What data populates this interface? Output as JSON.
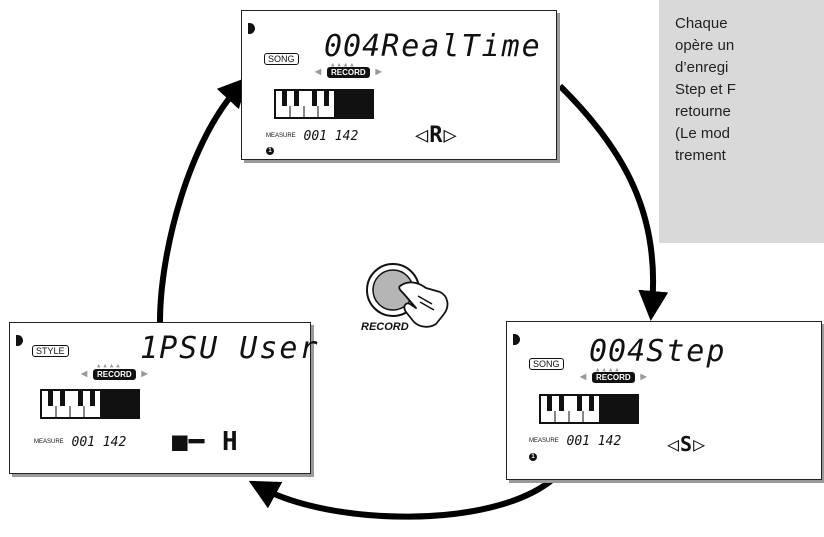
{
  "note_lines": [
    "Chaque",
    "opère un",
    "d’enregi",
    "Step et F",
    "retourne",
    "(Le mod",
    "trement"
  ],
  "record_button": {
    "label": "RECORD"
  },
  "displays": [
    {
      "id": "top",
      "tag": "SONG",
      "record_label": "RECORD",
      "number": "004",
      "name": "RealTime",
      "measure_label": "MEASURE",
      "measure": "001 142",
      "beat": "1",
      "mode_glyph": "◁R▷"
    },
    {
      "id": "right",
      "tag": "SONG",
      "record_label": "RECORD",
      "number": "004",
      "name": "Step",
      "measure_label": "MEASURE",
      "measure": "001 142",
      "beat": "1",
      "mode_glyph": "◁S▷"
    },
    {
      "id": "left",
      "tag": "STYLE",
      "record_label": "RECORD",
      "number": "1",
      "name": "PSU User",
      "measure_label": "MEASURE",
      "measure": "001 142",
      "mode_glyph": "■━ H"
    }
  ]
}
